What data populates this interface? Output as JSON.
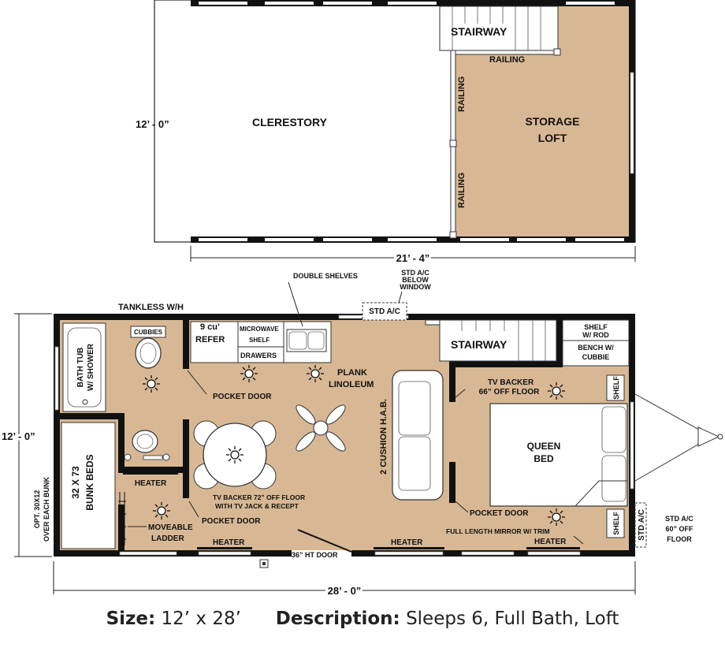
{
  "colors": {
    "floor": "#d8b894",
    "wall": "#111111",
    "window_line": "#8f8f8f"
  },
  "loft": {
    "width_dim": "21’ - 4”",
    "height_dim": "12’ - 0”",
    "clerestory": "CLERESTORY",
    "stairway": "STAIRWAY",
    "railing": "RAILING",
    "storage_loft_1": "STORAGE",
    "storage_loft_2": "LOFT"
  },
  "main": {
    "width_dim": "28’ - 0”",
    "height_dim": "12’ - 0”",
    "double_shelves": "DOUBLE SHELVES",
    "std_ac_note_1": "STD A/C",
    "std_ac_note_2": "BELOW",
    "std_ac_note_3": "WINDOW",
    "std_ac": "STD A/C",
    "tankless": "TANKLESS W/H",
    "cubbies": "CUBBIES",
    "refer_1": "9 cu’",
    "refer_2": "REFER",
    "microwave_1": "MICROWAVE",
    "microwave_2": "SHELF",
    "drawers": "DRAWERS",
    "plank_1": "PLANK",
    "plank_2": "LINOLEUM",
    "stairway": "STAIRWAY",
    "shelf_rod_1": "SHELF",
    "shelf_rod_2": "W/ ROD",
    "bench_1": "BENCH W/",
    "bench_2": "CUBBIE",
    "bath_1": "BATH TUB",
    "bath_2": "W/ SHOWER",
    "pocket_door": "POCKET DOOR",
    "cushion": "2 CUSHION H.A.B.",
    "tv_backer_1": "TV BACKER",
    "tv_backer_2": "66” OFF FLOOR",
    "shelf": "SHELF",
    "queen_1": "QUEEN",
    "queen_2": "BED",
    "bunk_1": "32 X 73",
    "bunk_2": "BUNK BEDS",
    "opt_1": "OPT. 30X12",
    "opt_2": "OVER EACH BUNK",
    "heater": "HEATER",
    "tv_backer72_1": "TV BACKER 72” OFF FLOOR",
    "tv_backer72_2": "WITH TV JACK & RECEPT",
    "ladder_1": "MOVEABLE",
    "ladder_2": "LADDER",
    "ht_door": "36” HT DOOR",
    "mirror": "FULL LENGTH MIRROR W/ TRIM",
    "std_ac_60_1": "STD A/C",
    "std_ac_60_2": "60” OFF",
    "std_ac_60_3": "FLOOR",
    "std_ac_vert": "STD A/C"
  },
  "caption": {
    "size_label": "Size:",
    "size_value": "12’ x 28’",
    "desc_label": "Description:",
    "desc_value": "Sleeps 6, Full Bath, Loft"
  }
}
